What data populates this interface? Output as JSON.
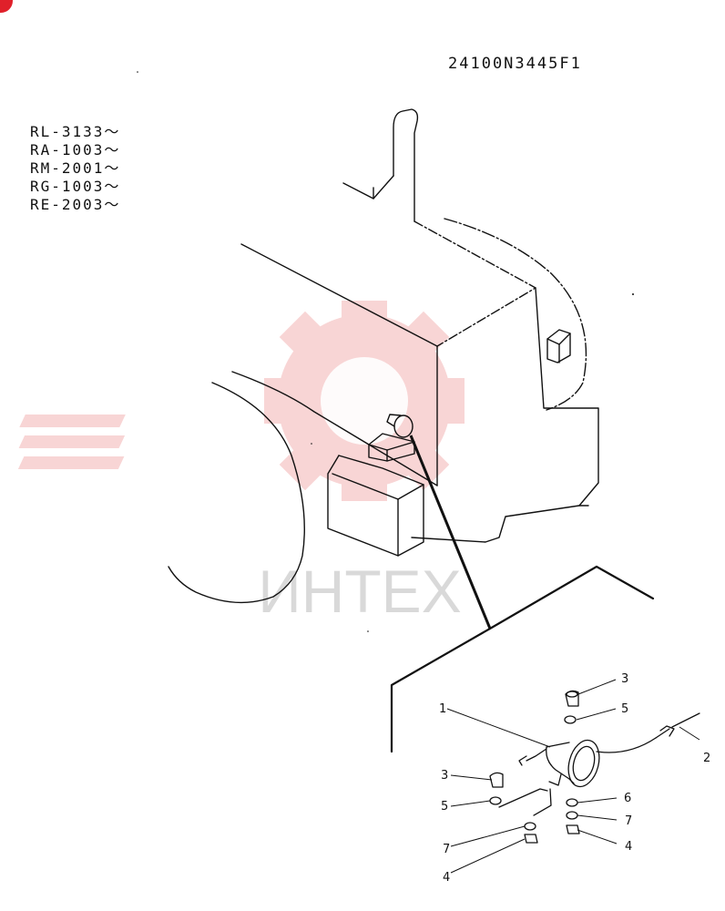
{
  "document_code": "24100N3445F1",
  "serial_ranges": [
    "RL-3133〜",
    "RA-1003〜",
    "RM-2001〜",
    "RG-1003〜",
    "RE-2003〜"
  ],
  "watermark": {
    "text": "ИНТЕХ",
    "color": "#e8a6a6"
  },
  "colors": {
    "line": "#111111",
    "accent": "#e0202a"
  },
  "callouts": [
    {
      "label": "1",
      "part": "lamp-body"
    },
    {
      "label": "2",
      "part": "wire-lead"
    },
    {
      "label": "3",
      "part": "bolt-upper"
    },
    {
      "label": "3",
      "part": "bolt-left"
    },
    {
      "label": "4",
      "part": "nut-left"
    },
    {
      "label": "4",
      "part": "nut-right"
    },
    {
      "label": "5",
      "part": "washer-upper"
    },
    {
      "label": "5",
      "part": "washer-left"
    },
    {
      "label": "6",
      "part": "washer-right"
    },
    {
      "label": "7",
      "part": "lock-washer-left"
    },
    {
      "label": "7",
      "part": "lock-washer-right"
    }
  ]
}
